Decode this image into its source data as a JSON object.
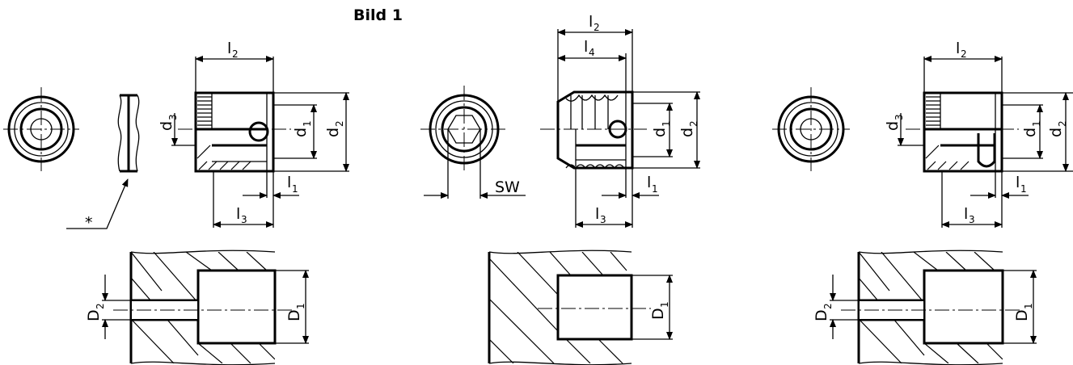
{
  "title": "Bild 1",
  "labels": {
    "l": "l",
    "d": "d",
    "D": "D",
    "s1": "1",
    "s2": "2",
    "s3": "3",
    "s4": "4",
    "sw": "SW",
    "asterisk": "*"
  }
}
